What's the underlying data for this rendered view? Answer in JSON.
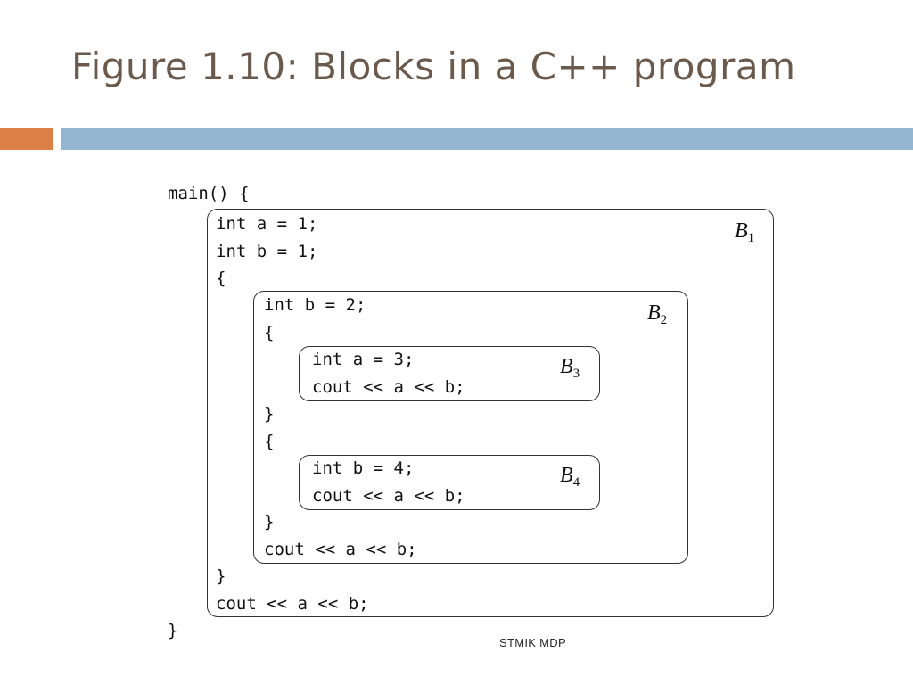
{
  "slide": {
    "title": "Figure 1.10: Blocks in a C++ program",
    "footer": "STMIK MDP"
  },
  "colors": {
    "title": "#6b5a4c",
    "accent_bar": "#dd8047",
    "header_bar": "#94b6d2"
  },
  "figure": {
    "open_line": "main() {",
    "close_line": "}",
    "b1": {
      "label": "B",
      "sub": "1",
      "lines_before": [
        "int a = 1;",
        "int b = 1;",
        "{"
      ],
      "lines_after": [
        "}",
        "cout << a << b;"
      ]
    },
    "b2": {
      "label": "B",
      "sub": "2",
      "lines_first": [
        "int b = 2;",
        "{"
      ],
      "lines_middle": [
        "}",
        "{"
      ],
      "lines_last": [
        "}",
        "cout << a << b;"
      ]
    },
    "b3": {
      "label": "B",
      "sub": "3",
      "lines": [
        "int a = 3;",
        "cout << a << b;"
      ]
    },
    "b4": {
      "label": "B",
      "sub": "4",
      "lines": [
        "int b = 4;",
        "cout << a << b;"
      ]
    }
  }
}
